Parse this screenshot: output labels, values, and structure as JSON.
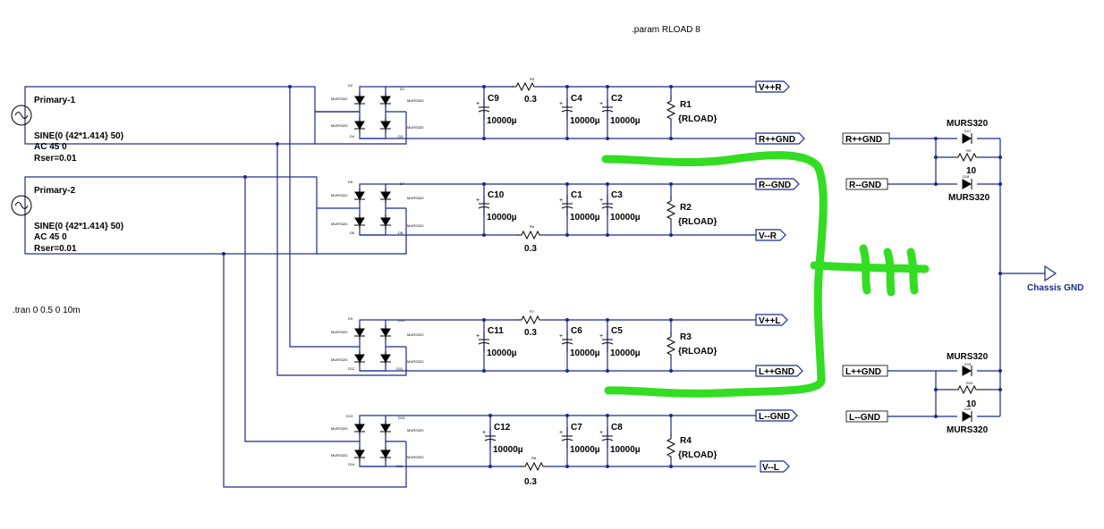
{
  "directives": {
    "param": ".param RLOAD 8",
    "tran": ".tran 0 0.5 0 10m"
  },
  "sources": [
    {
      "name": "Primary-1",
      "value": "SINE(0 {42*1.414} 50)",
      "ac": "AC 45 0",
      "rser": "Rser=0.01"
    },
    {
      "name": "Primary-2",
      "value": "SINE(0 {42*1.414} 50)",
      "ac": "AC 45 0",
      "rser": "Rser=0.01"
    }
  ],
  "bridge_labels": {
    "part": "MURS320",
    "d1": "D1",
    "d2": "D2",
    "d3": "D3",
    "d4": "D4",
    "d5": "D5",
    "d6": "D6",
    "d7": "D7",
    "d8": "D8",
    "d9": "D9",
    "d10": "D10",
    "d11": "D11",
    "d12": "D12",
    "d13": "D13",
    "d14": "D14",
    "d15": "D15",
    "d16": "D16",
    "r5": "R5",
    "r6": "R6",
    "r7": "R7",
    "r8": "R8"
  },
  "capacitors": {
    "c1": "C1",
    "c2": "C2",
    "c3": "C3",
    "c4": "C4",
    "c5": "C5",
    "c6": "C6",
    "c7": "C7",
    "c8": "C8",
    "c9": "C9",
    "c10": "C10",
    "c11": "C11",
    "c12": "C12",
    "value": "10000µ"
  },
  "resistors": {
    "r1": "R1",
    "r2": "R2",
    "r3": "R3",
    "r4": "R4",
    "load_value": "{RLOAD}",
    "series_value": "0.3",
    "gnd_value": "10",
    "gnd_r_a": "R9",
    "gnd_r_b": "R10"
  },
  "nets": {
    "vppr": "V++R",
    "rppgnd": "R++GND",
    "rmmgnd": "R--GND",
    "vmmr": "V--R",
    "vppl": "V++L",
    "lppgnd": "L++GND",
    "lmmgnd": "L--GND",
    "vmml": "V--L",
    "chassis": "Chassis GND"
  },
  "ground_diodes": {
    "part": "MURS320",
    "d17": "D17",
    "d18": "D18",
    "d19": "D19",
    "d20": "D20"
  }
}
